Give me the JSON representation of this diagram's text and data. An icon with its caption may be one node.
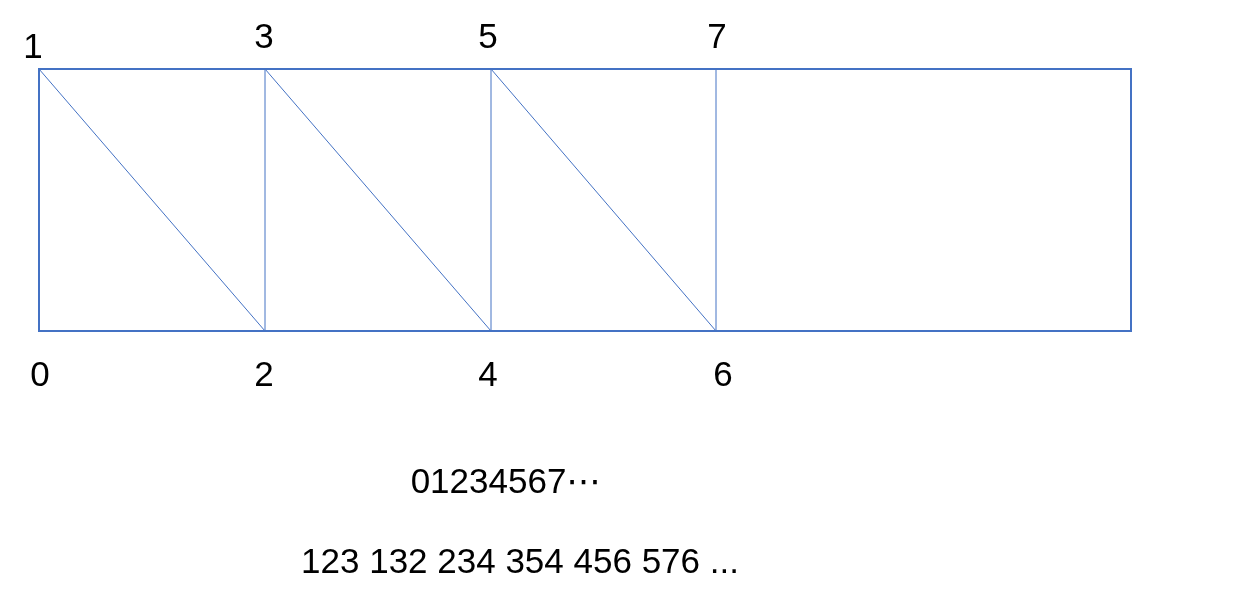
{
  "diagram": {
    "labels": [
      "1",
      "3",
      "5",
      "7",
      "0",
      "2",
      "4",
      "6",
      "01234567⋯",
      "123 132 234 354 456 576 ..."
    ]
  }
}
